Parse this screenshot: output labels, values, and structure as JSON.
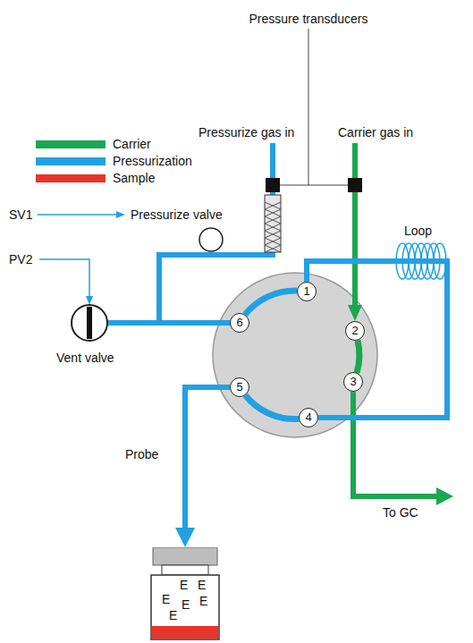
{
  "diagram": {
    "nodes": [
      {
        "text": [
          "1"
        ]
      },
      {
        "text": [
          "2"
        ]
      },
      {
        "text": [
          "3"
        ]
      },
      {
        "text": [
          "4"
        ]
      },
      {
        "text": [
          "5"
        ]
      },
      {
        "text": [
          "6"
        ]
      },
      {
        "text": [
          "E",
          "E",
          "E",
          "E",
          "E",
          "E"
        ]
      }
    ],
    "edges": [
      {
        "from": 5,
        "to": 0,
        "arrow": "none"
      },
      {
        "from": 1,
        "to": 2,
        "arrow": "none"
      },
      {
        "from": 3,
        "to": 4,
        "arrow": "none"
      },
      {
        "from": 0,
        "to": 3,
        "arrow": "none"
      },
      {
        "from": 4,
        "to": 6,
        "arrow": "to"
      }
    ],
    "labels": [
      "Pressure transducers",
      "Pressurize gas in",
      "Carrier gas in",
      "Loop",
      "SV1",
      "Pressurize valve",
      "PV2",
      "Vent valve",
      "Probe",
      "To GC"
    ],
    "legend": [
      {
        "text": "Carrier",
        "color": "#1aa84f"
      },
      {
        "text": "Pressurization",
        "color": "#22a0e4"
      },
      {
        "text": "Sample",
        "color": "#e8342a"
      }
    ]
  }
}
